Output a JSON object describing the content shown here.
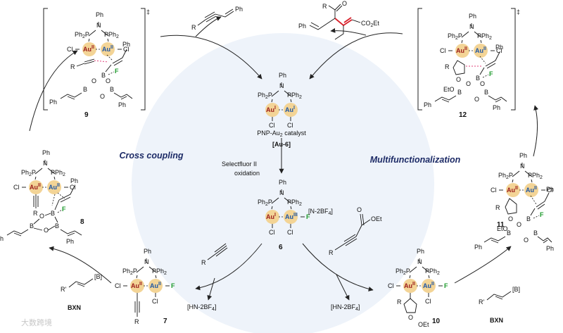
{
  "cycle": {
    "left_title": "Cross coupling",
    "right_title": "Multifunctionalization"
  },
  "catalyst": {
    "label_line1": "PNP-Au",
    "label_sub": "2",
    "label_suffix": " catalyst",
    "code": "[Au-6]"
  },
  "step": {
    "oxidant_line1": "Selectfluor II",
    "oxidant_line2": "oxidation",
    "byproduct_n2bf4": "[N-2BF",
    "byproduct_sub": "4",
    "byproduct_close": "]",
    "released_hn": "[HN-2BF",
    "released_close": "]"
  },
  "labels": {
    "compound_6": "6",
    "compound_7": "7",
    "compound_8": "8",
    "compound_9": "9",
    "compound_10": "10",
    "compound_11": "11",
    "compound_12": "12",
    "bxn_left": "BXN",
    "bxn_right": "BXN",
    "dagger": "‡"
  },
  "atoms": {
    "Ph": "Ph",
    "N": "N",
    "P": "P",
    "PPh2": "PPh",
    "Ph2P": "Ph",
    "Au": "Au",
    "Cl": "Cl",
    "F": "F",
    "B": "B",
    "O": "O",
    "R": "R",
    "Rp": "R'",
    "ox_I": "I",
    "ox_II": "II",
    "ox_III": "III",
    "ring_O": "O",
    "OEt": "OEt",
    "EtO": "EtO",
    "CO2Et": "CO",
    "Et": "Et",
    "bracketB": "[B]"
  },
  "watermark": "大数跨境",
  "colors": {
    "au_disc": "#f3d496",
    "au_left": "#9b1b1b",
    "au_right": "#1f57a5",
    "fluorine": "#1e9b2c",
    "highlight_bond": "#d8202a",
    "interaction": "#e0407a",
    "cycle_fill": "#eef3fa",
    "title": "#1c2a66"
  }
}
